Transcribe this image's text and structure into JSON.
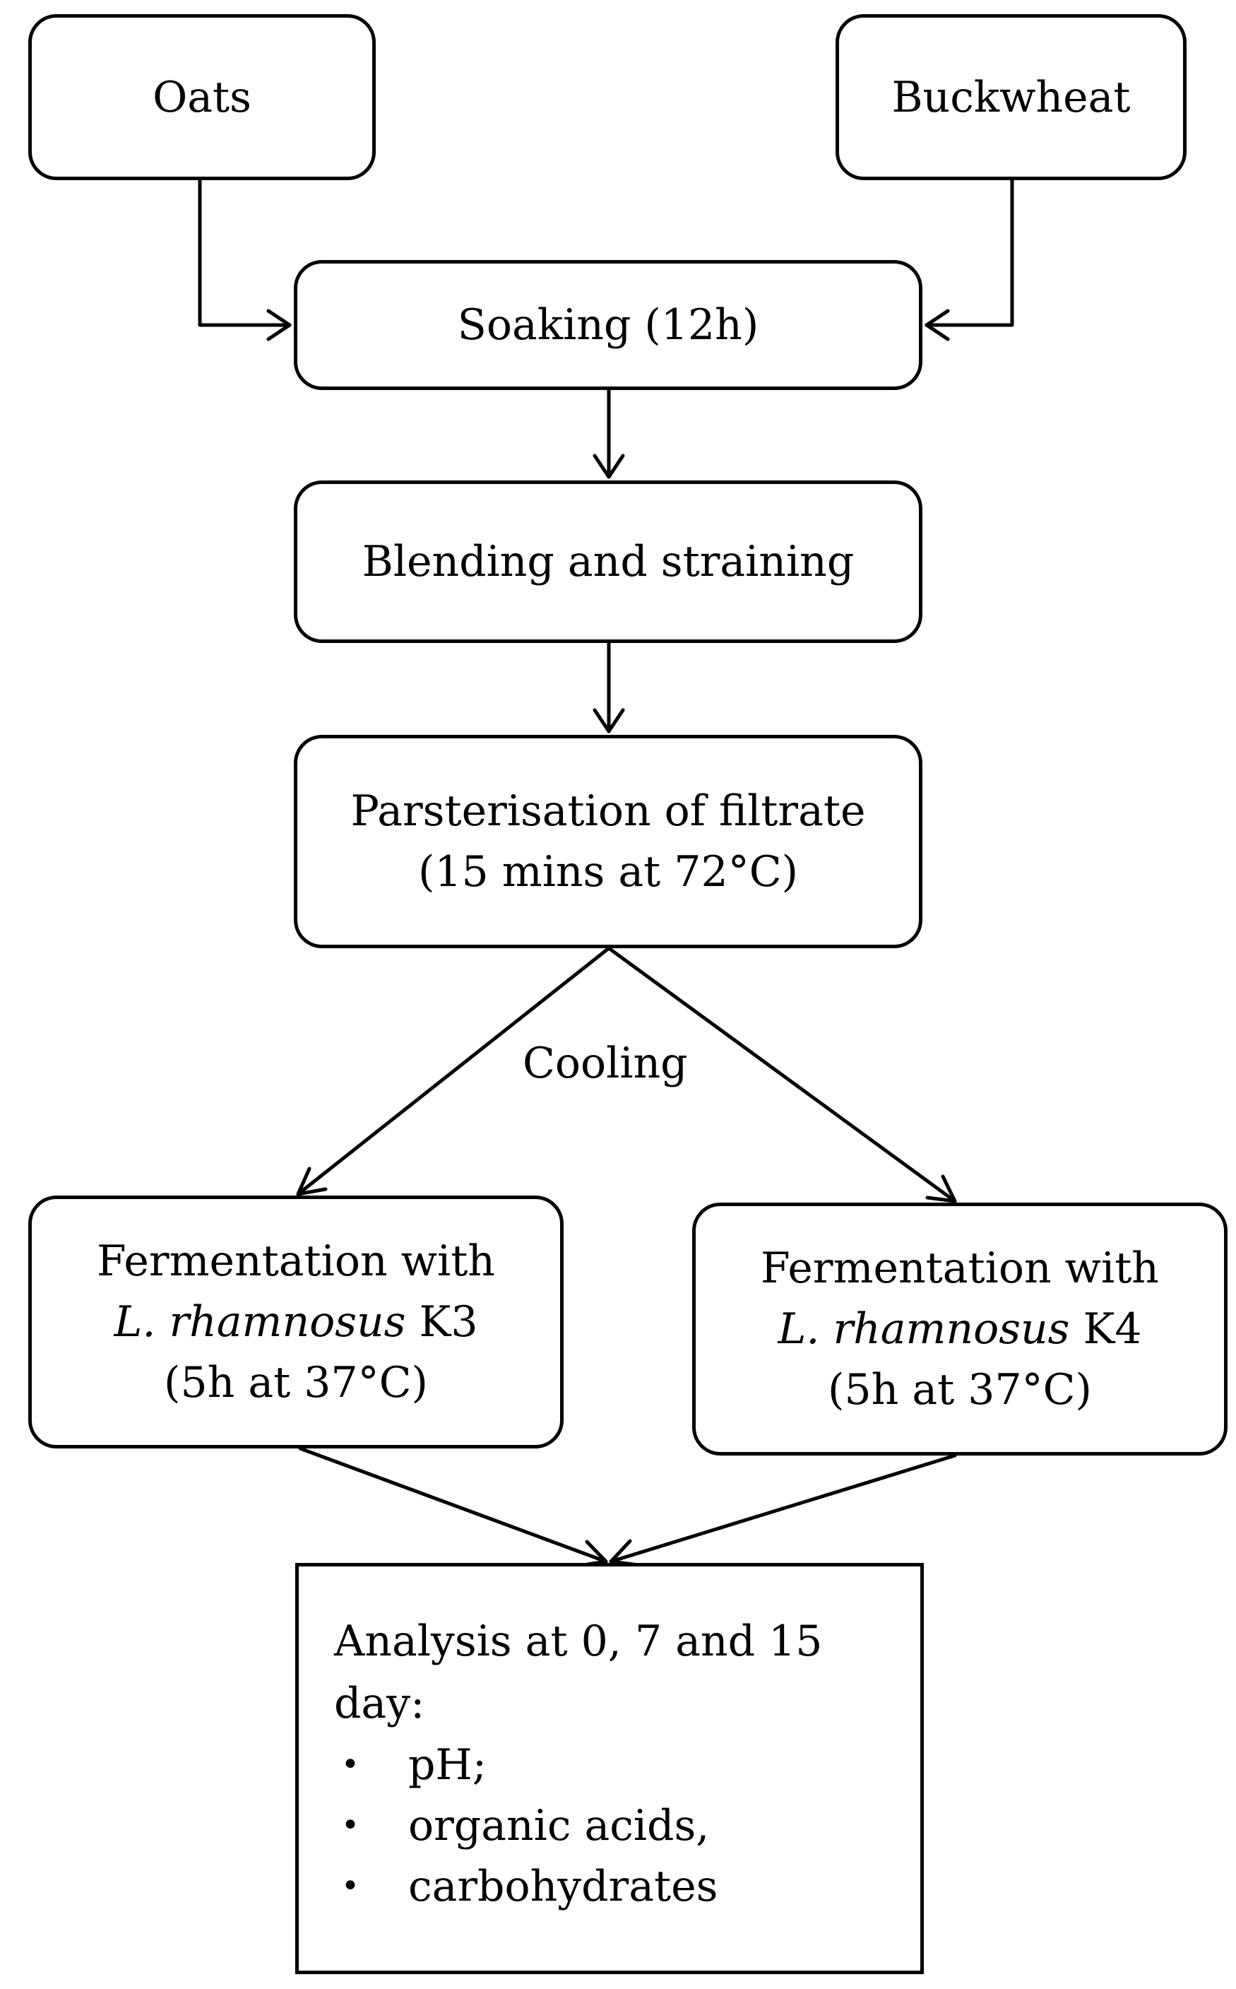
{
  "nodes": {
    "oats": {
      "label": "Oats"
    },
    "buckwheat": {
      "label": "Buckwheat"
    },
    "soaking": {
      "label": "Soaking (12h)"
    },
    "blending": {
      "label": "Blending and straining"
    },
    "pasteurisation": {
      "line1": "Parsterisation of filtrate",
      "line2": "(15 mins at 72°C)"
    },
    "fermentation_k3": {
      "line1": "Fermentation with",
      "species": "L. rhamnosus",
      "strain": "K3",
      "line3": "(5h at 37°C)"
    },
    "fermentation_k4": {
      "line1": "Fermentation with",
      "species": "L. rhamnosus",
      "strain": "K4",
      "line3": "(5h at 37°C)"
    },
    "analysis": {
      "heading_line1": "Analysis at 0, 7 and 15",
      "heading_line2": "day:",
      "items": [
        "pH;",
        "organic acids,",
        "carbohydrates"
      ]
    }
  },
  "edge_labels": {
    "cooling": "Cooling"
  },
  "colors": {
    "stroke": "#000000",
    "background": "#ffffff"
  }
}
